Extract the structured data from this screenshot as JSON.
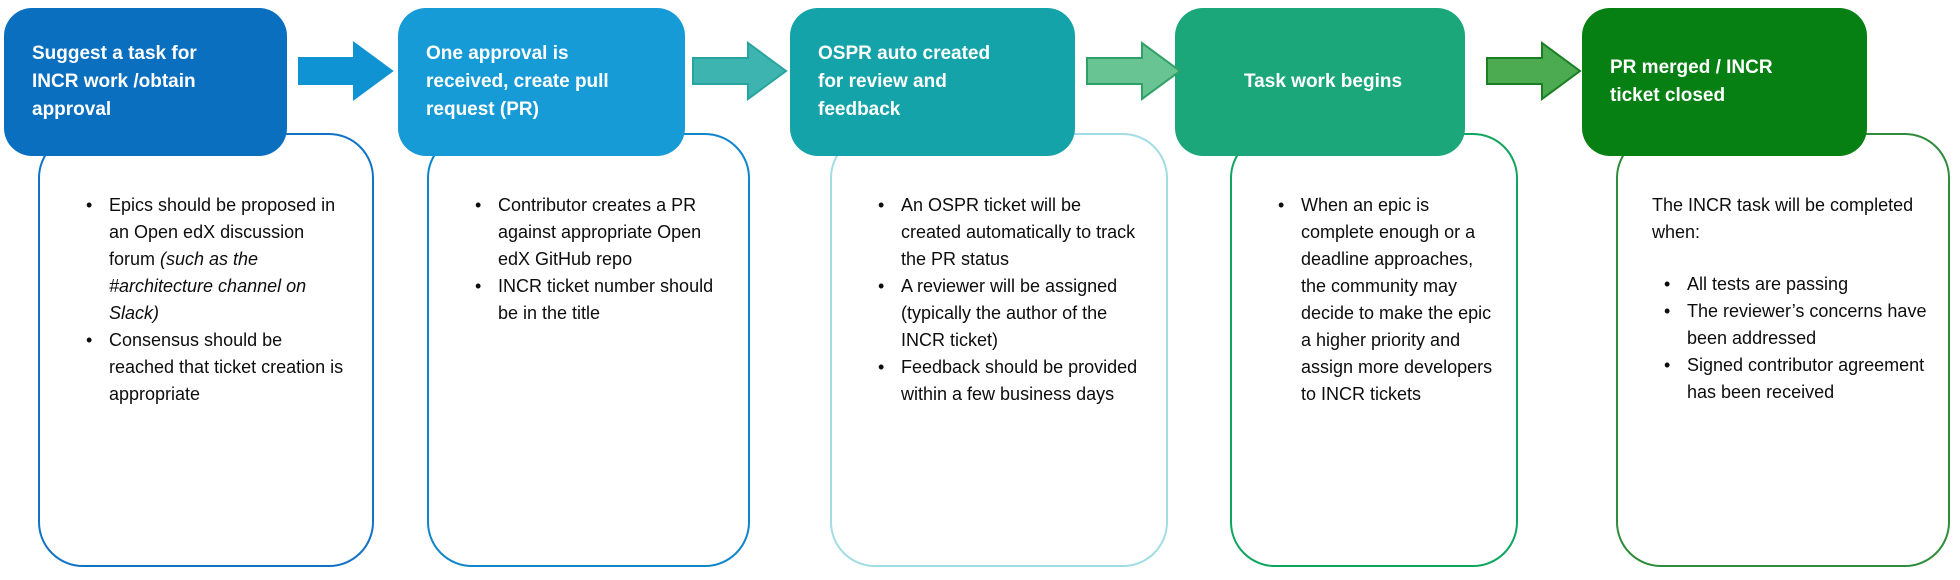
{
  "bullet_glyph": "•",
  "stages": [
    {
      "title": "Suggest a task for\nINCR work /obtain\napproval",
      "header_color": "#0b6fc0",
      "border_color": "#1272c5",
      "bullets": [
        {
          "text": "Epics should be proposed in an Open edX discussion forum ",
          "italic": "(such as the #architecture channel on Slack)"
        },
        {
          "text": "Consensus should be reached that ticket creation is appropriate"
        }
      ]
    },
    {
      "title": "One approval is\nreceived, create pull\nrequest (PR)",
      "header_color": "#179bd7",
      "border_color": "#0f85cc",
      "bullets": [
        {
          "text": "Contributor creates a PR against appropriate Open edX GitHub repo"
        },
        {
          "text": "INCR ticket number should be in the title"
        }
      ]
    },
    {
      "title": "OSPR auto created\nfor review and\nfeedback",
      "header_color": "#14a3a9",
      "border_color": "#a2dde4",
      "bullets": [
        {
          "text": "An OSPR ticket will be created automatically to track the PR status"
        },
        {
          "text": "A reviewer will be assigned (typically the author of the INCR ticket)"
        },
        {
          "text": "Feedback should be provided within a few business days"
        }
      ]
    },
    {
      "title": "Task work begins",
      "header_color": "#1ca77a",
      "border_color": "#10a55e",
      "bullets": [
        {
          "text": "When an epic is complete enough or a deadline approaches, the community may decide to make the epic a higher priority and assign more developers to INCR tickets"
        }
      ]
    },
    {
      "title": "PR merged / INCR\nticket closed",
      "header_color": "#068012",
      "border_color": "#2f8c3c",
      "intro": "The INCR task will be completed when:",
      "bullets": [
        {
          "text": "All tests are passing"
        },
        {
          "text": "The reviewer’s concerns have been addressed"
        },
        {
          "text": "Signed contributor agreement has been received"
        }
      ]
    }
  ],
  "arrows": [
    {
      "fill": "#0f93d2",
      "stroke": "#0f93d2"
    },
    {
      "fill": "#3db4b0",
      "stroke": "#28a4a0"
    },
    {
      "fill": "#68c493",
      "stroke": "#2fa166"
    },
    {
      "fill": "#4cab50",
      "stroke": "#1b7e22"
    }
  ]
}
